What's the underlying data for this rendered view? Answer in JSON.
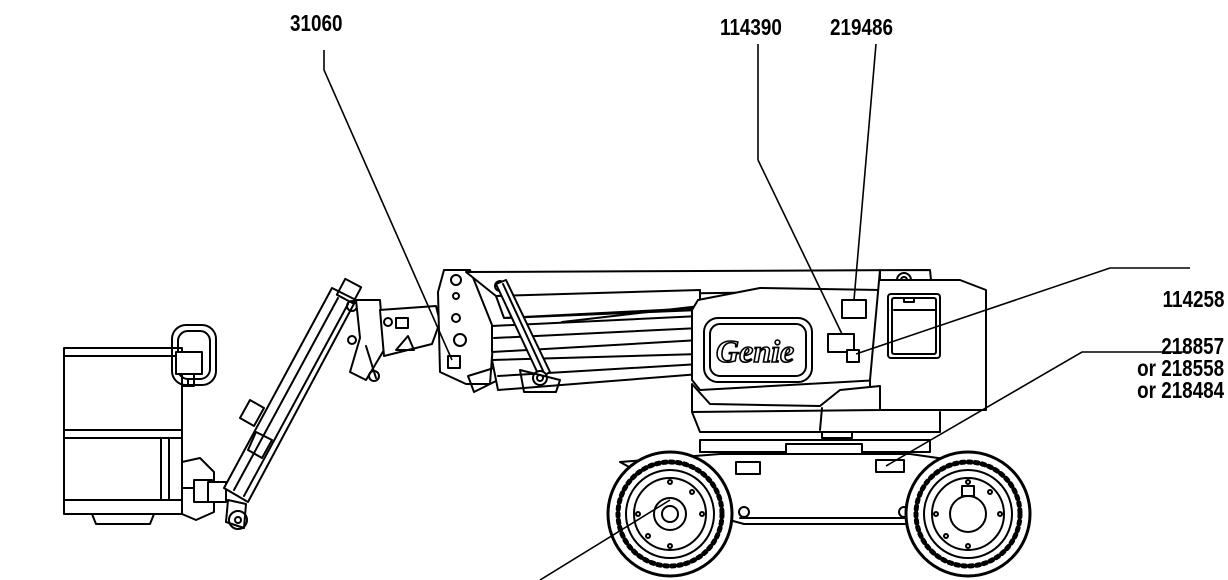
{
  "diagram": {
    "brand": "Genie",
    "colors": {
      "line": "#000000",
      "fill": "#ffffff",
      "shade": "#d8d8d8"
    },
    "callouts": [
      {
        "id": "jib-decal",
        "label": "31060"
      },
      {
        "id": "cover-decal-left",
        "label": "114390"
      },
      {
        "id": "cover-decal-top",
        "label": "219486"
      },
      {
        "id": "cover-decal-small",
        "label": "114258"
      },
      {
        "id": "chassis-decal",
        "lines": [
          "218857",
          "or 218558",
          "or 218484"
        ]
      }
    ]
  }
}
